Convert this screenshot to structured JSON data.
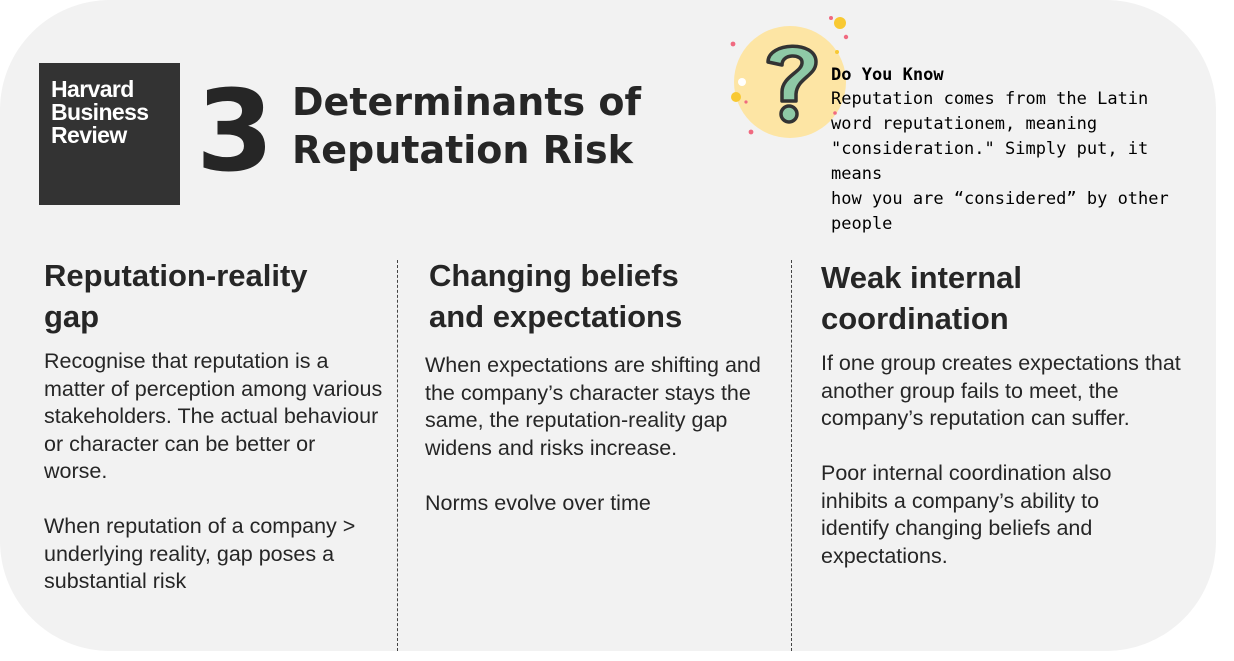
{
  "logo": {
    "lines": [
      "Harvard",
      "Business",
      "Review"
    ]
  },
  "header": {
    "number": "3",
    "title_lines": [
      "Determinants of",
      "Reputation Risk"
    ]
  },
  "did_you_know": {
    "icon": "question-mark-icon",
    "title": "Do You Know",
    "text": "Reputation comes from the Latin\nword reputationem, meaning\n\"consideration.\" Simply put, it means\nhow you are “considered” by other\npeople"
  },
  "columns": [
    {
      "heading_lines": [
        "Reputation-reality",
        "gap"
      ],
      "paragraphs": [
        "Recognise that reputation is a matter of perception among various stakeholders. The actual behaviour or character can be better or worse.",
        "When reputation of a company > underlying reality, gap poses a substantial risk"
      ]
    },
    {
      "heading_lines": [
        "Changing beliefs",
        "and expectations"
      ],
      "paragraphs": [
        "When expectations are shifting and the company’s character stays the same, the reputation-reality gap widens and risks increase.",
        "Norms evolve over time"
      ]
    },
    {
      "heading_lines": [
        "Weak internal",
        "coordination"
      ],
      "paragraphs": [
        "If one group creates expectations that another group fails to meet, the company’s reputation can suffer.",
        "Poor internal coordination also inhibits a company’s ability to identify changing beliefs and expectations."
      ]
    }
  ],
  "colors": {
    "card_background": "#f2f2f2",
    "logo_background": "#333333",
    "text": "#262626",
    "icon_circle": "#fde5a4",
    "icon_mark": "#8ec9a6"
  }
}
